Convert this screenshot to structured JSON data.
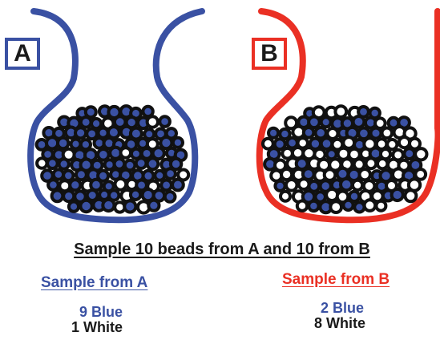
{
  "colors": {
    "blue": "#3a51a3",
    "red": "#ea3024",
    "bead_outline": "#111111",
    "bead_white": "#ffffff"
  },
  "containers": [
    {
      "label": "A",
      "outline_color": "#3a51a3",
      "blue_fraction": 0.85
    },
    {
      "label": "B",
      "outline_color": "#ea3024",
      "blue_fraction": 0.45
    }
  ],
  "caption": "Sample 10 beads from A and 10 from B",
  "samples": [
    {
      "title": "Sample from A",
      "blue": "9 Blue",
      "white": "1 White"
    },
    {
      "title": "Sample from B",
      "blue": "2 Blue",
      "white": "8 White"
    }
  ]
}
